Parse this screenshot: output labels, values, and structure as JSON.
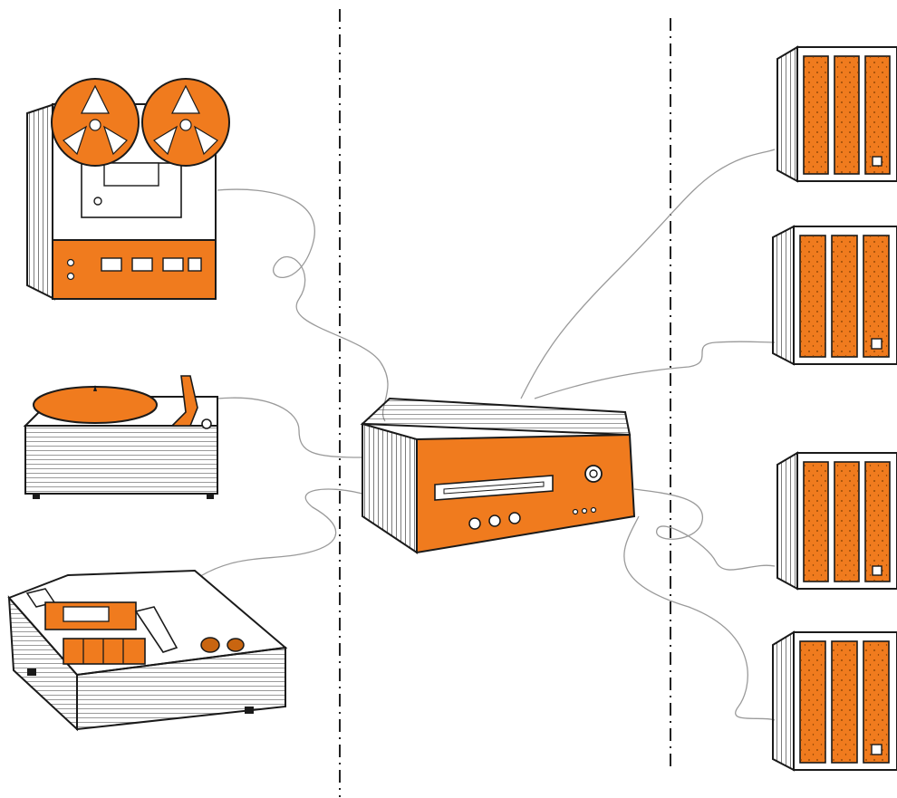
{
  "colors": {
    "accent": "#f07b1e",
    "ink": "#1a1a1a",
    "paper": "#ffffff",
    "wire": "#9a9a9a",
    "divider": "#222222"
  },
  "components": {
    "sources": [
      "reel-to-reel-tape-deck",
      "turntable",
      "cassette-deck"
    ],
    "center": "receiver",
    "outputs": [
      "speaker",
      "speaker",
      "speaker",
      "speaker"
    ]
  }
}
